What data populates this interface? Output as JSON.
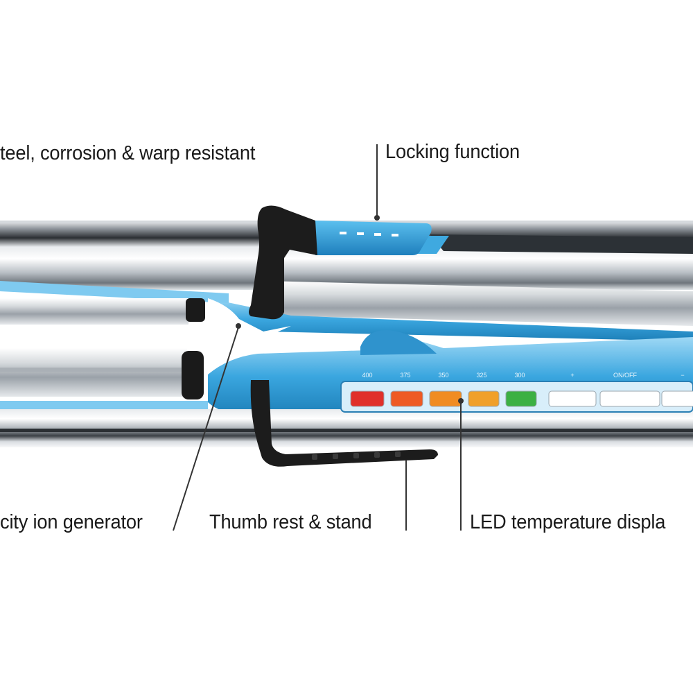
{
  "callouts": {
    "plates": {
      "text": "teel, corrosion & warp resistant"
    },
    "locking": {
      "text": "Locking function"
    },
    "ion": {
      "text": "city ion generator"
    },
    "thumb": {
      "text": "Thumb rest & stand"
    },
    "led": {
      "text": "LED temperature displa"
    }
  },
  "led_panel": {
    "tick_labels": [
      "400",
      "375",
      "350",
      "325",
      "300",
      "+",
      "ON/OFF",
      "−"
    ],
    "indicator_colors": [
      "#e0302a",
      "#ee5a24",
      "#f08c22",
      "#f0a02a",
      "#3cb043",
      "#ffffff",
      "#ffffff",
      "#ffffff"
    ]
  },
  "colors": {
    "accent_blue": "#4fb6e8",
    "chrome": "#c8ccd0",
    "grip": "#1c1c1c",
    "leader": "#333333"
  }
}
